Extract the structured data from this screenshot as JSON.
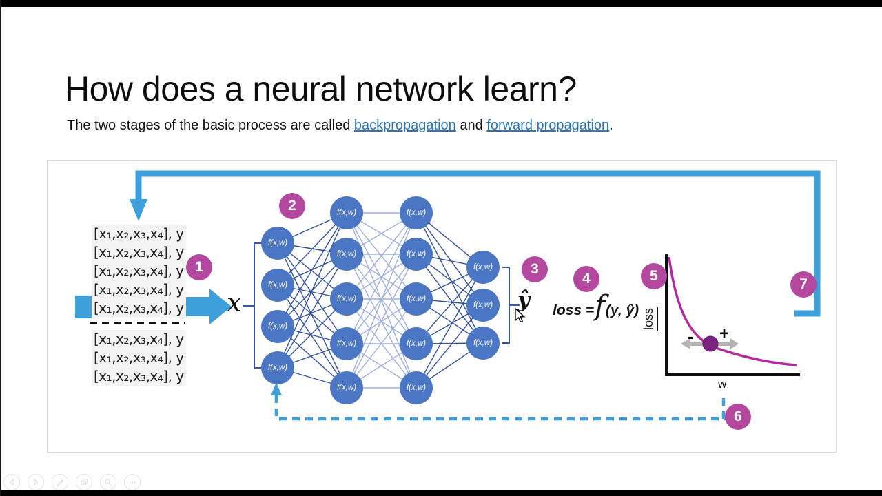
{
  "window": {
    "letterbox_color": "#000000"
  },
  "slide": {
    "title": "How does a neural network learn?",
    "subtitle": {
      "prefix": "The two stages of the basic process are called ",
      "backprop_link": "backpropagation",
      "conjunction": " and ",
      "forward_link": "forward propagation",
      "period": "."
    }
  },
  "diagram": {
    "steps": [
      "1",
      "2",
      "3",
      "4",
      "5",
      "6",
      "7"
    ],
    "dataset": {
      "row_text": "[x₁,x₂,x₃,x₄], y"
    },
    "network": {
      "input_symbol": "x",
      "output_symbol": "ŷ",
      "node_label": "f(x,w)",
      "layer_sizes": [
        4,
        5,
        5,
        3
      ]
    },
    "loss_formula": {
      "prefix": "loss = ",
      "function_symbol": "f",
      "arguments": "(y, ŷ)"
    },
    "loss_plot": {
      "y_axis_label": "loss",
      "x_axis_label": "w",
      "decrease_sign": "-",
      "increase_sign": "+"
    },
    "colors": {
      "step_circle": "#b4489e",
      "flow_arrow": "#3f9fdb",
      "node_fill": "#4a76c4",
      "edge_dark": "#33519f",
      "edge_light": "#9fb0e0",
      "loss_curve": "#b32aa0",
      "weight_dot": "#7c2382",
      "hyperlink": "#2e75b6"
    }
  },
  "player_controls": {
    "icons": [
      "previous",
      "next",
      "pen",
      "slides",
      "zoom",
      "more"
    ]
  }
}
